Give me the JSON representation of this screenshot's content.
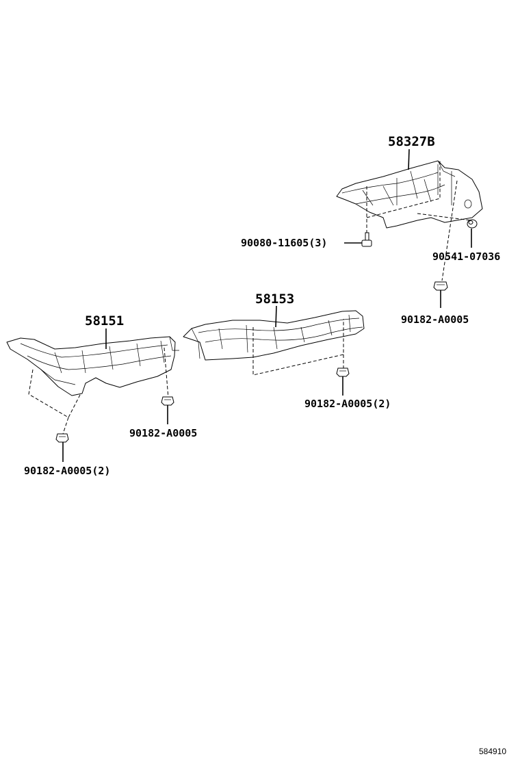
{
  "labels": {
    "p58327B": "58327B",
    "p90080": "90080-11605(3)",
    "p90541": "90541-07036",
    "p90182_r": "90182-A0005",
    "p58153": "58153",
    "p58151": "58151",
    "p90182_m": "90182-A0005(2)",
    "p90182_c": "90182-A0005",
    "p90182_l": "90182-A0005(2)"
  },
  "ref_code": "584910"
}
